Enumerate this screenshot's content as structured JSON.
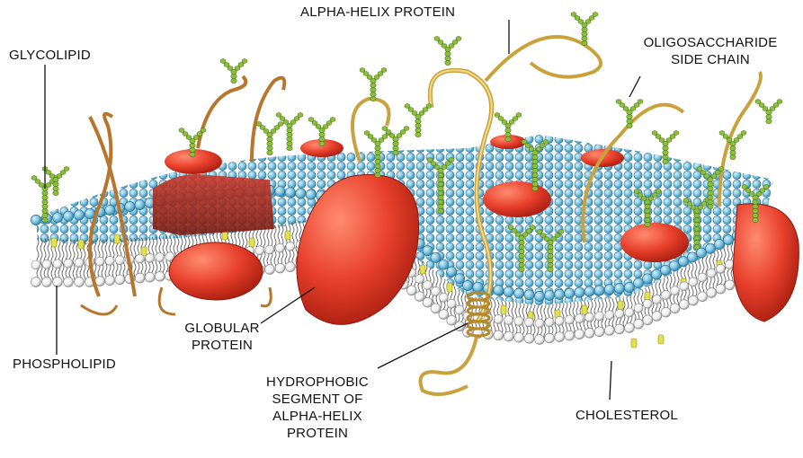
{
  "labels": {
    "alpha_helix_protein": "ALPHA-HELIX PROTEIN",
    "glycolipid": "GLYCOLIPID",
    "oligosaccharide_1": "OLIGOSACCHARIDE",
    "oligosaccharide_2": "SIDE CHAIN",
    "globular_1": "GLOBULAR",
    "globular_2": "PROTEIN",
    "phospholipid": "PHOSPHOLIPID",
    "hydrophobic_1": "HYDROPHOBIC",
    "hydrophobic_2": "SEGMENT OF",
    "hydrophobic_3": "ALPHA-HELIX",
    "hydrophobic_4": "PROTEIN",
    "cholesterol": "CHOLESTEROL"
  },
  "colors": {
    "phospholipid_head_top": "#7ec3df",
    "phospholipid_head_bottom": "#f4f4f4",
    "protein": "#e8402c",
    "protein_dark": "#b02414",
    "cholesterol": "#e2e24a",
    "helix": "#e3c25a",
    "glycan": "#8cbf3c",
    "tail": "#555555"
  }
}
